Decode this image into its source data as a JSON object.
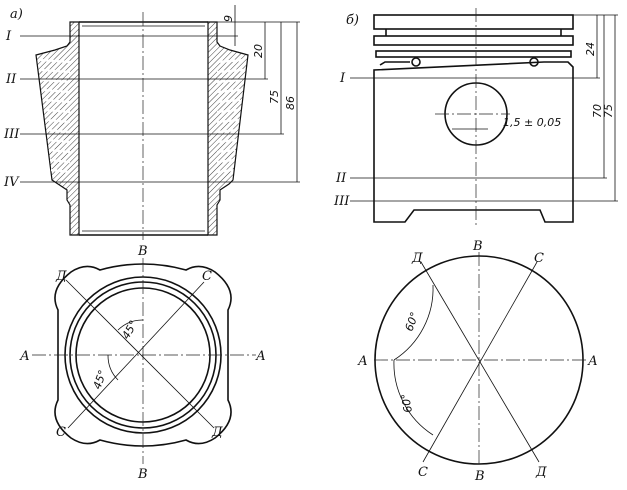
{
  "panel_a": {
    "label": "а)",
    "sections": [
      "I",
      "II",
      "III",
      "IV"
    ],
    "dimensions": [
      "9",
      "20",
      "75",
      "86"
    ]
  },
  "panel_b": {
    "label": "б)",
    "sections": [
      "I",
      "II",
      "III"
    ],
    "dimensions": [
      "24",
      "70",
      "75"
    ],
    "tolerance": "1,5 ± 0,05"
  },
  "section_a": {
    "axes": {
      "A": "А",
      "B": "В",
      "C": "С",
      "D": "Д"
    },
    "angles": [
      "45°",
      "45°"
    ]
  },
  "section_b": {
    "axes": {
      "A": "А",
      "B": "В",
      "C": "С",
      "D": "Д"
    },
    "angles": [
      "60°",
      "60°"
    ]
  }
}
